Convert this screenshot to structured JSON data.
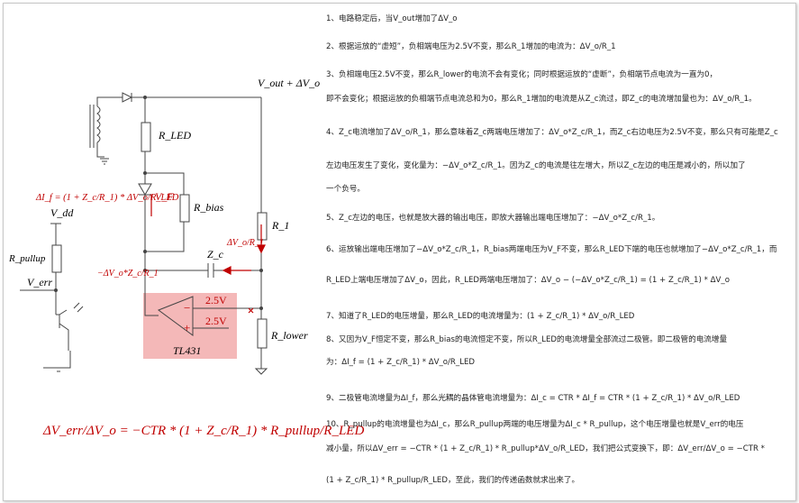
{
  "diagram": {
    "vout": "V_out + ΔV_o",
    "r_led": "R_LED",
    "r_bias": "R_bias",
    "r1": "R_1",
    "zc": "Z_c",
    "r_lower": "R_lower",
    "vdd": "V_dd",
    "r_pullup": "R_pullup",
    "verr": "V_err",
    "vf": "V_F",
    "v25_top": "2.5V",
    "v25_bottom": "2.5V",
    "tl431": "TL431",
    "minus": "−",
    "plus": "+",
    "eq_if": "ΔI_f = (1 + Z_c/R_1) * ΔV_o/R_LED",
    "eq_dvo_r1": "ΔV_o/R_1",
    "eq_dvozc": "−ΔV_o*Z_c/R_1",
    "main_equation": "ΔV_err/ΔV_o = −CTR * (1 + Z_c/R_1) * R_pullup/R_LED",
    "colors": {
      "highlight": "#f4b8b8",
      "red": "#c00000"
    }
  },
  "steps": [
    "1、电路稳定后，当V_out增加了ΔV_o",
    "2、根据运放的“虚短”，负相端电压为2.5V不变，那么R_1增加的电流为：ΔV_o/R_1",
    "3、负相端电压2.5V不变，那么R_lower的电流不会有变化；同时根据运放的“虚断”，负相端节点电流为一直为0，",
    "即不会变化；根据运放的负相端节点电流总和为0，那么R_1增加的电流是从Z_c流过，即Z_c的电流增加量也为：ΔV_o/R_1。",
    "4、Z_c电流增加了ΔV_o/R_1，那么意味着Z_c两端电压增加了：ΔV_o*Z_c/R_1，而Z_c右边电压为2.5V不变，那么只有可能是Z_c",
    "左边电压发生了变化，变化量为：−ΔV_o*Z_c/R_1。因为Z_c的电流是往左增大，所以Z_c左边的电压是减小的，所以加了",
    "一个负号。",
    "5、Z_c左边的电压，也就是放大器的输出电压，即放大器输出端电压增加了：−ΔV_o*Z_c/R_1。",
    "6、运放输出端电压增加了−ΔV_o*Z_c/R_1，R_bias两端电压为V_F不变，那么R_LED下端的电压也就增加了−ΔV_o*Z_c/R_1，而",
    "R_LED上端电压增加了ΔV_o，因此，R_LED两端电压增加了：ΔV_o − (−ΔV_o*Z_c/R_1) = (1 + Z_c/R_1) * ΔV_o",
    "7、知道了R_LED的电压增量，那么R_LED的电流增量为：(1 + Z_c/R_1) * ΔV_o/R_LED",
    "8、又因为V_F恒定不变，那么R_bias的电流恒定不变，所以R_LED的电流增量全部流过二极管。即二极管的电流增量",
    "为：ΔI_f = (1 + Z_c/R_1) * ΔV_o/R_LED",
    "9、二极管电流增量为ΔI_f，那么光耦的晶体管电流增量为：ΔI_c = CTR * ΔI_f = CTR * (1 + Z_c/R_1) * ΔV_o/R_LED",
    "10、R_pullup的电流增量也为ΔI_c，那么R_pullup两端的电压增量为ΔI_c * R_pullup，这个电压增量也就是V_err的电压",
    "减小量，所以ΔV_err = −CTR * (1 + Z_c/R_1) * R_pullup*ΔV_o/R_LED，我们把公式变换下，即：ΔV_err/ΔV_o = −CTR *",
    "(1 + Z_c/R_1) * R_pullup/R_LED，至此，我们的传递函数就求出来了。"
  ]
}
